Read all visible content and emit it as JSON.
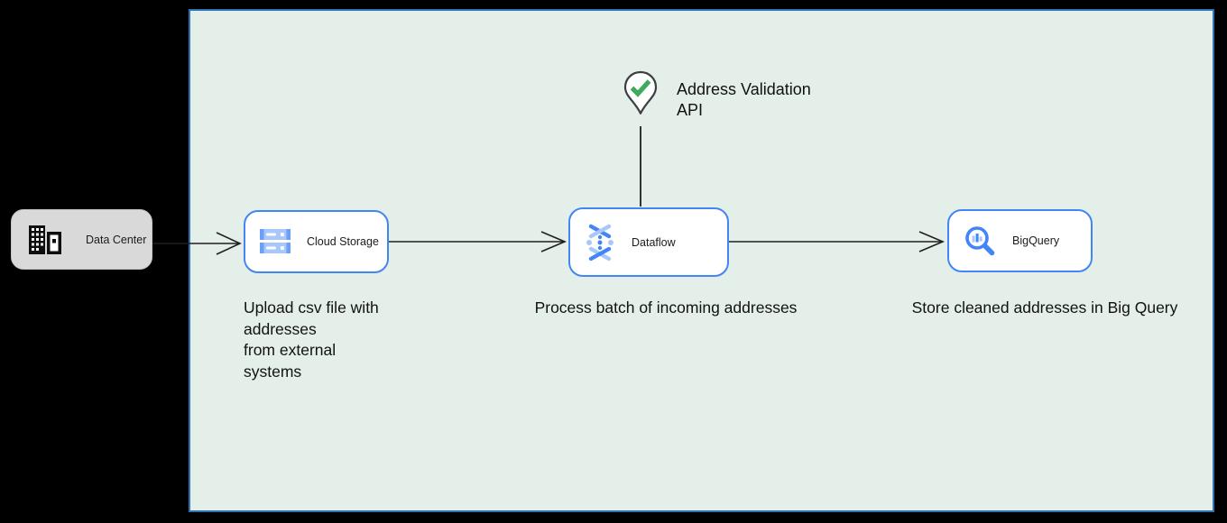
{
  "diagram": {
    "external": {
      "label": "Data Center"
    },
    "nodes": [
      {
        "label": "Cloud Storage",
        "icon": "cloud-storage-icon"
      },
      {
        "label": "Dataflow",
        "icon": "dataflow-icon"
      },
      {
        "label": "BigQuery",
        "icon": "bigquery-icon"
      }
    ],
    "captions": [
      {
        "text": "Upload csv file with\naddresses\nfrom external\nsystems"
      },
      {
        "text": "Process batch of incoming addresses"
      },
      {
        "text": "Store cleaned addresses in Big Query"
      }
    ],
    "api": {
      "label": "Address Validation\nAPI",
      "icon": "pin-check-icon"
    },
    "colors": {
      "accent": "#4285f4",
      "icon_light": "#a8c7fa",
      "pin_green": "#3fa95c",
      "area_fill": "#e3efe8",
      "area_border": "#2e74b5",
      "external_fill": "#d9d9d9",
      "line": "#1f1f1f"
    }
  }
}
